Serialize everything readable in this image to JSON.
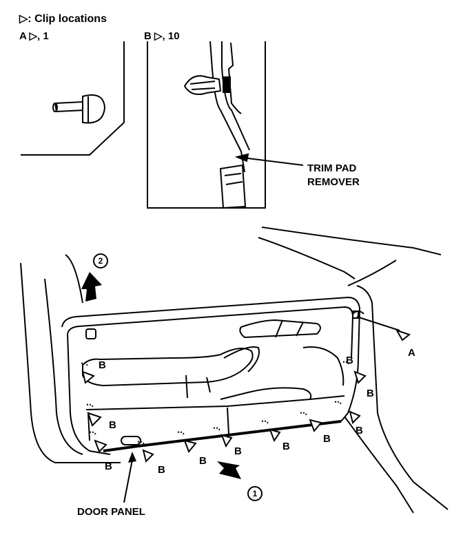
{
  "header": {
    "title": "▷: Clip locations",
    "clip_a": "A ▷, 1",
    "clip_b": "B ▷, 10"
  },
  "callouts": {
    "trim_pad_line1": "TRIM PAD",
    "trim_pad_line2": "REMOVER",
    "clip_a_label": "A",
    "door_panel": "DOOR PANEL"
  },
  "steps": {
    "step1": "1",
    "step2": "2"
  },
  "clip_labels": [
    "B",
    "B",
    "B",
    "B",
    "B",
    "B",
    "B",
    "B",
    "B",
    "B",
    "B"
  ]
}
